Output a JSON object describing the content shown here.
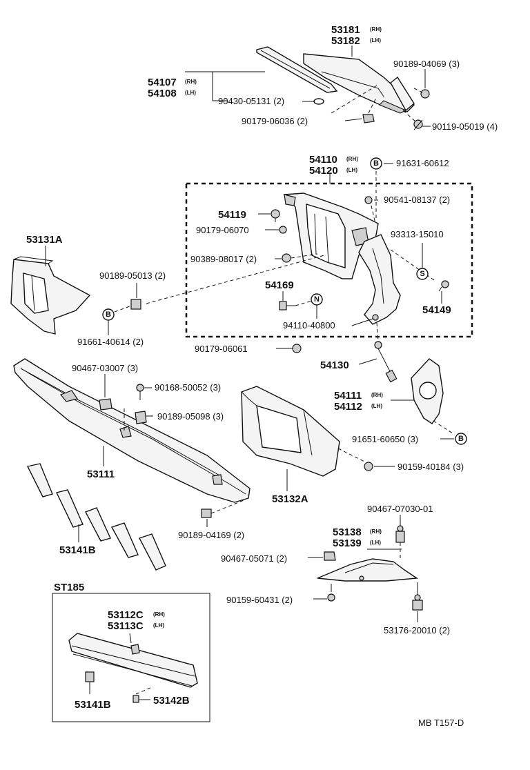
{
  "labels": {
    "p53181": "53181",
    "p53182": "53182",
    "p54107": "54107",
    "p54108": "54108",
    "p90430": "90430-05131 (2)",
    "p90189_04069": "90189-04069 (3)",
    "p90179_06036": "90179-06036 (2)",
    "p90119": "90119-05019 (4)",
    "p54110": "54110",
    "p54120": "54120",
    "p91631": "91631-60612",
    "p90541": "90541-08137 (2)",
    "p54119": "54119",
    "p90179_06070": "90179-06070",
    "p90389": "90389-08017 (2)",
    "p93313": "93313-15010",
    "p53131A": "53131A",
    "p90189_05013": "90189-05013 (2)",
    "p54169": "54169",
    "p54149": "54149",
    "p94110": "94110-40800",
    "p91661": "91661-40614 (2)",
    "p90179_06061": "90179-06061",
    "p54130": "54130",
    "p90467_03007": "90467-03007 (3)",
    "p90168": "90168-50052 (3)",
    "p90189_05098": "90189-05098 (3)",
    "p54111": "54111",
    "p54112": "54112",
    "p91651": "91651-60650 (3)",
    "p90159_40184": "90159-40184 (3)",
    "p53111": "53111",
    "p53132A": "53132A",
    "p90467_07030": "90467-07030-01",
    "p53141B_a": "53141B",
    "p90189_04169": "90189-04169 (2)",
    "p53138": "53138",
    "p53139": "53139",
    "p90467_05071": "90467-05071 (2)",
    "pST185": "ST185",
    "p90159_60431": "90159-60431 (2)",
    "p53112C": "53112C",
    "p53113C": "53113C",
    "p53176": "53176-20010 (2)",
    "p53141B_b": "53141B",
    "p53142B": "53142B",
    "footer": "MB T157-D",
    "rh": "(RH)",
    "lh": "(LH)",
    "circB": "B",
    "circS": "S",
    "circN": "N"
  }
}
